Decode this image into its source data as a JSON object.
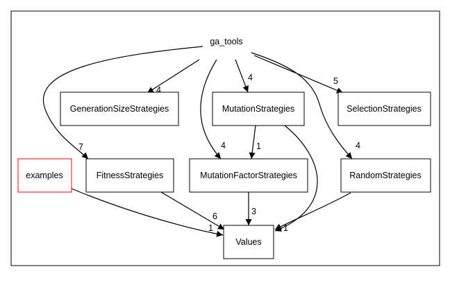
{
  "diagram": {
    "nodes": {
      "ga_tools": {
        "label": "ga_tools"
      },
      "generation": {
        "label": "GenerationSizeStrategies"
      },
      "mutation": {
        "label": "MutationStrategies"
      },
      "selection": {
        "label": "SelectionStrategies"
      },
      "examples": {
        "label": "examples",
        "border_color": "#ff0000"
      },
      "fitness": {
        "label": "FitnessStrategies"
      },
      "mutation_factor": {
        "label": "MutationFactorStrategies"
      },
      "random": {
        "label": "RandomStrategies"
      },
      "values": {
        "label": "Values"
      }
    },
    "edges": {
      "ga_generation": {
        "from": "ga_tools",
        "to": "GenerationSizeStrategies",
        "label": "4"
      },
      "ga_mutation": {
        "from": "ga_tools",
        "to": "MutationStrategies",
        "label": "4"
      },
      "ga_selection": {
        "from": "ga_tools",
        "to": "SelectionStrategies",
        "label": "5"
      },
      "ga_fitness": {
        "from": "ga_tools",
        "to": "FitnessStrategies",
        "label": "7"
      },
      "ga_mutation_factor": {
        "from": "ga_tools",
        "to": "MutationFactorStrategies",
        "label": "4"
      },
      "ga_random": {
        "from": "ga_tools",
        "to": "RandomStrategies",
        "label": "4"
      },
      "mutation_mutation_factor": {
        "from": "MutationStrategies",
        "to": "MutationFactorStrategies",
        "label": "1"
      },
      "fitness_values": {
        "from": "FitnessStrategies",
        "to": "Values",
        "label": "6"
      },
      "mutation_factor_values": {
        "from": "MutationFactorStrategies",
        "to": "Values",
        "label": "3"
      },
      "examples_values": {
        "from": "examples",
        "to": "Values",
        "label": "1"
      },
      "mutation_values": {
        "from": "MutationStrategies",
        "to": "Values",
        "label": ""
      },
      "random_values": {
        "from": "RandomStrategies",
        "to": "Values",
        "label": "1"
      }
    }
  }
}
